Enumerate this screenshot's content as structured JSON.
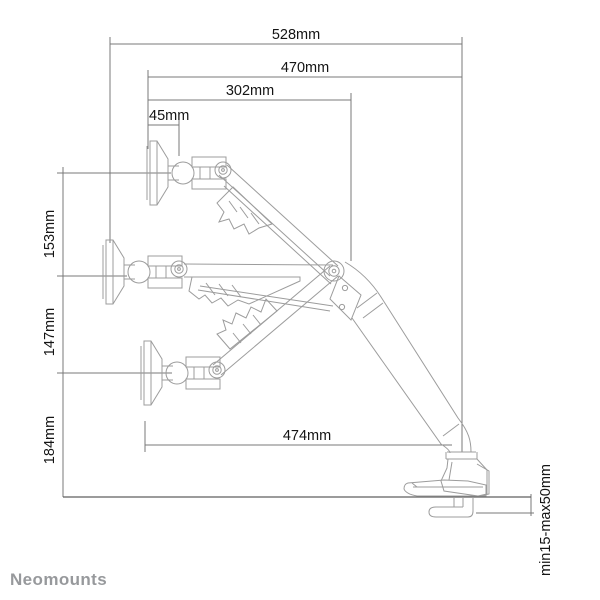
{
  "background": "#ffffff",
  "colors": {
    "drawing_line": "#9c9c9c",
    "dimension_line": "#787878",
    "desk_line": "#5f5f5f",
    "label_text": "#141414",
    "logo_gray": "#97999c"
  },
  "logo": {
    "text": "Neomounts"
  },
  "diagram": {
    "type": "technical-dimension-drawing",
    "subject": "desk-mounted gas-spring monitor arm shown in three height positions",
    "dimensions": {
      "total_width": {
        "label": "528mm",
        "orientation": "horizontal"
      },
      "arm_width": {
        "label": "470mm",
        "orientation": "horizontal"
      },
      "front_width": {
        "label": "302mm",
        "orientation": "horizontal"
      },
      "head_offset": {
        "label": "45mm",
        "orientation": "horizontal"
      },
      "upper_height": {
        "label": "153mm",
        "orientation": "vertical"
      },
      "middle_height": {
        "label": "147mm",
        "orientation": "vertical"
      },
      "lower_height": {
        "label": "184mm",
        "orientation": "vertical"
      },
      "reach": {
        "label": "474mm",
        "orientation": "horizontal"
      },
      "desk_thickness": {
        "label": "min15-max50mm",
        "orientation": "vertical"
      }
    }
  }
}
